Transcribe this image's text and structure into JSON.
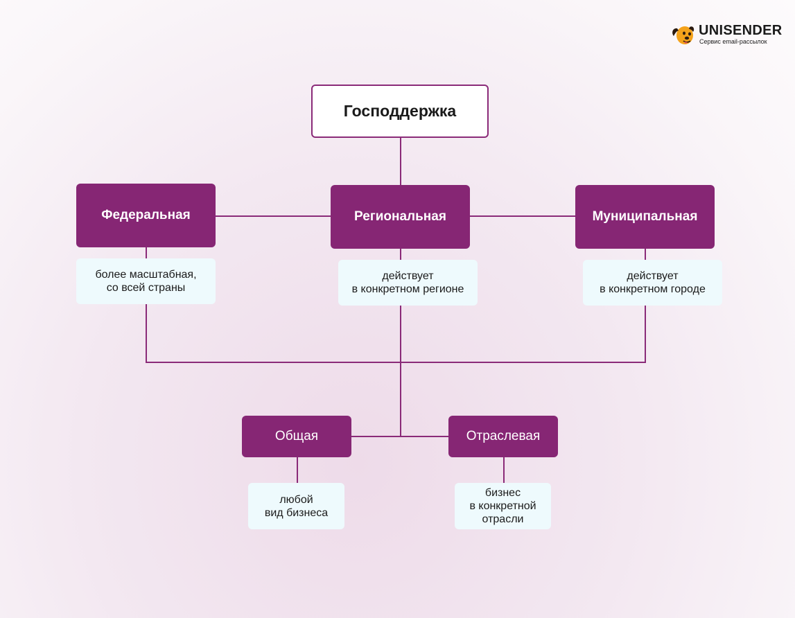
{
  "brand": {
    "name": "UNISENDER",
    "tagline": "Сервис email-рассылок",
    "colors": {
      "accent": "#862674",
      "mascot": "#f4a21b",
      "desc_bg": "#eefafd"
    }
  },
  "diagram": {
    "root": "Господдержка",
    "levels": [
      {
        "label": "Федеральная",
        "desc": [
          "более масштабная,",
          "со всей страны"
        ]
      },
      {
        "label": "Региональная",
        "desc": [
          "действует",
          "в конкретном регионе"
        ]
      },
      {
        "label": "Муниципальная",
        "desc": [
          "действует",
          "в конкретном городе"
        ]
      }
    ],
    "types": [
      {
        "label": "Общая",
        "desc": [
          "любой",
          "вид бизнеса"
        ]
      },
      {
        "label": "Отраслевая",
        "desc": [
          "бизнес",
          "в конкретной",
          "отрасли"
        ]
      }
    ]
  }
}
